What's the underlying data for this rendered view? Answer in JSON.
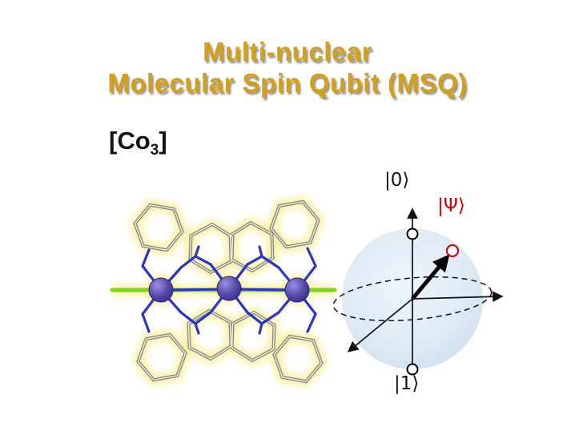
{
  "slide": {
    "title": {
      "line1": "Multi-nuclear",
      "line2": "Molecular Spin Qubit (MSQ)"
    },
    "molecule_label": {
      "prefix": "[Co",
      "subscript": "3",
      "suffix": "]"
    },
    "bloch_sphere": {
      "ket_zero": "|0⟩",
      "ket_one": "|1⟩",
      "ket_psi": "|Ψ⟩"
    },
    "colors": {
      "title_gold": "#D4A017",
      "psi_red": "#CC0000",
      "cobalt_purple": "#5A4FB0",
      "nitrogen_bond_blue": "#2A35C8",
      "axial_green": "#7ED321",
      "highlight_glow": "#F7EFA8",
      "bloch_fill": "#D9E7F4"
    }
  }
}
